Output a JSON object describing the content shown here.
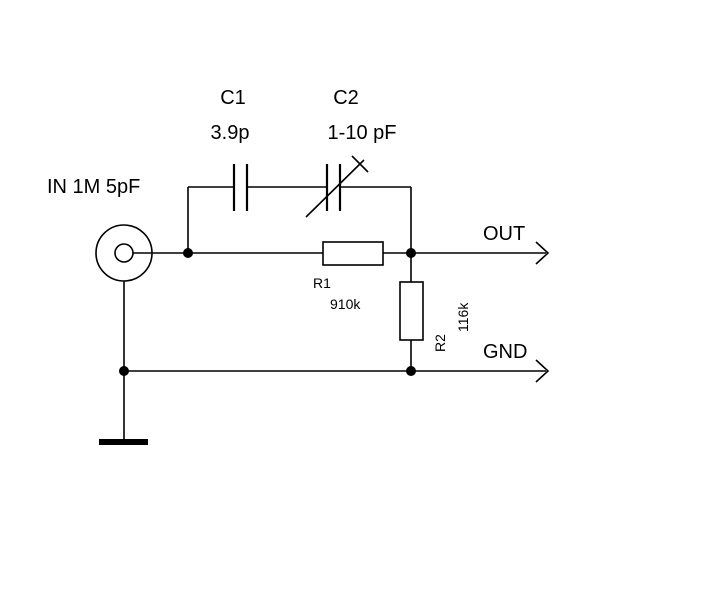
{
  "input_label": "IN 1M 5pF",
  "c1": {
    "name": "C1",
    "value": "3.9p"
  },
  "c2": {
    "name": "C2",
    "value": "1-10 pF"
  },
  "r1": {
    "name": "R1",
    "value": "910k"
  },
  "r2": {
    "name": "R2",
    "value": "116k"
  },
  "out_label": "OUT",
  "gnd_label": "GND"
}
